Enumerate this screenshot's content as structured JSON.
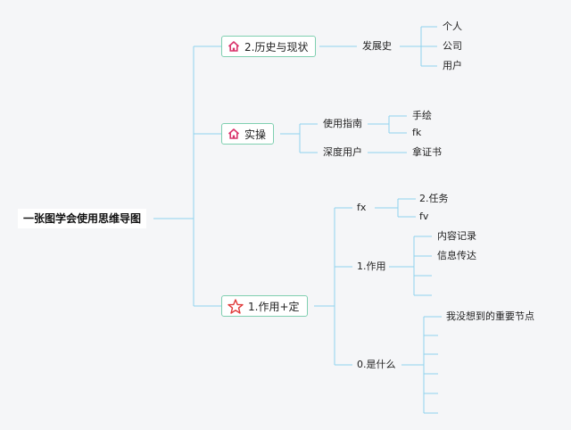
{
  "root": {
    "label": "一张图学会使用思维导图"
  },
  "branches": [
    {
      "label": "2.历史与现状",
      "icon": "house-icon",
      "children": [
        {
          "label": "发展史",
          "children": [
            "个人",
            "公司",
            "用户"
          ]
        }
      ]
    },
    {
      "label": "实操",
      "icon": "house-icon",
      "children": [
        {
          "label": "使用指南",
          "children": [
            "手绘",
            "fk"
          ]
        },
        {
          "label": "深度用户",
          "children": [
            "拿证书"
          ]
        }
      ]
    },
    {
      "label": "1.作用+定",
      "icon": "star-icon",
      "children": [
        {
          "label": "fx",
          "children": [
            "2.任务",
            "fv"
          ]
        },
        {
          "label": "1.作用",
          "children": [
            "内容记录",
            "信息传达",
            "",
            ""
          ]
        },
        {
          "label": "0.是什么",
          "children": [
            "我没想到的重要节点",
            "",
            "",
            "",
            "",
            ""
          ]
        }
      ]
    }
  ],
  "colors": {
    "line": "#8fd3ee",
    "box_border": "#7fcfb0",
    "house_icon": "#d9336b",
    "star_icon": "#e03a3a"
  }
}
